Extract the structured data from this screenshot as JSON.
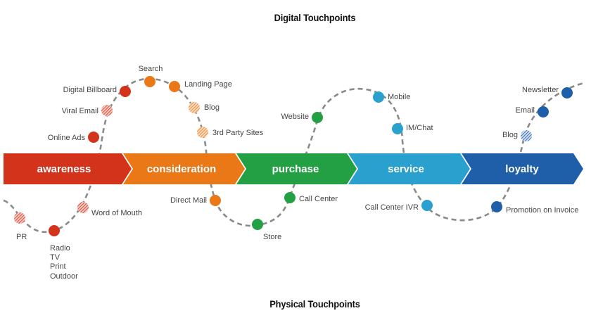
{
  "titles": {
    "digital": "Digital Touchpoints",
    "physical": "Physical Touchpoints"
  },
  "stages": [
    {
      "label": "awareness",
      "color": "#d4331b"
    },
    {
      "label": "consideration",
      "color": "#ea7817"
    },
    {
      "label": "purchase",
      "color": "#23a043"
    },
    {
      "label": "service",
      "color": "#2aa0cf"
    },
    {
      "label": "loyalty",
      "color": "#1f5ea8"
    }
  ],
  "touchpoints": {
    "digital": [
      {
        "label": "Online Ads",
        "stage": "awareness",
        "style": "solid"
      },
      {
        "label": "Viral Email",
        "stage": "awareness",
        "style": "hatched"
      },
      {
        "label": "Digital Billboard",
        "stage": "awareness",
        "style": "solid"
      },
      {
        "label": "Search",
        "stage": "consideration",
        "style": "solid"
      },
      {
        "label": "Landing Page",
        "stage": "consideration",
        "style": "solid"
      },
      {
        "label": "Blog",
        "stage": "consideration",
        "style": "hatched"
      },
      {
        "label": "3rd Party Sites",
        "stage": "consideration",
        "style": "hatched"
      },
      {
        "label": "Website",
        "stage": "purchase",
        "style": "solid"
      },
      {
        "label": "Mobile",
        "stage": "service",
        "style": "solid"
      },
      {
        "label": "IM/Chat",
        "stage": "service",
        "style": "solid"
      },
      {
        "label": "Newsletter",
        "stage": "loyalty",
        "style": "solid"
      },
      {
        "label": "Email",
        "stage": "loyalty",
        "style": "solid"
      },
      {
        "label": "Blog",
        "stage": "loyalty",
        "style": "hatched"
      }
    ],
    "physical": [
      {
        "label": "PR",
        "stage": "awareness",
        "style": "hatched"
      },
      {
        "label": "Radio",
        "stage": "awareness",
        "style": "solid"
      },
      {
        "label": "TV",
        "stage": "awareness",
        "style": "solid"
      },
      {
        "label": "Print",
        "stage": "awareness",
        "style": "solid"
      },
      {
        "label": "Outdoor",
        "stage": "awareness",
        "style": "solid"
      },
      {
        "label": "Word of Mouth",
        "stage": "awareness",
        "style": "hatched"
      },
      {
        "label": "Direct Mail",
        "stage": "consideration",
        "style": "solid"
      },
      {
        "label": "Store",
        "stage": "purchase",
        "style": "solid"
      },
      {
        "label": "Call Center",
        "stage": "purchase",
        "style": "solid"
      },
      {
        "label": "Call Center IVR",
        "stage": "service",
        "style": "solid"
      },
      {
        "label": "Promotion on Invoice",
        "stage": "loyalty",
        "style": "solid"
      }
    ]
  }
}
